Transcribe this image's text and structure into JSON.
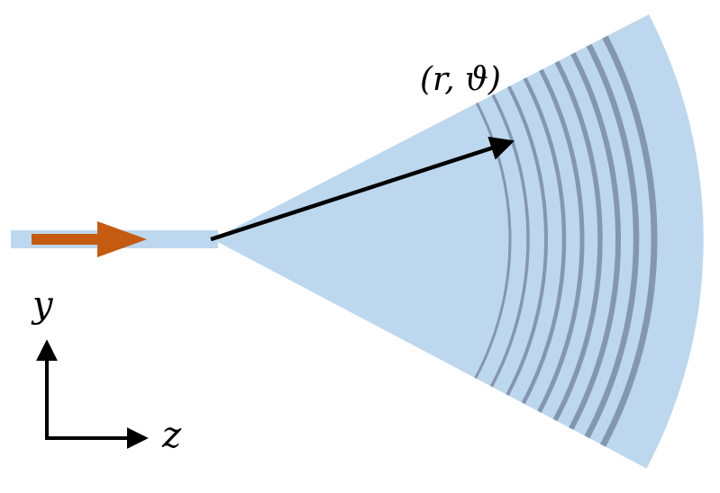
{
  "labels": {
    "coordinate": "(r, ϑ)",
    "y_axis": "y",
    "z_axis": "z"
  },
  "colors": {
    "waveguide_fill": "#bdd7ee",
    "grating_line": "#8497b0",
    "input_arrow": "#c55a11",
    "vector_arrow": "#000000",
    "axis_arrow": "#000000"
  },
  "grating": {
    "line_count": 9
  }
}
